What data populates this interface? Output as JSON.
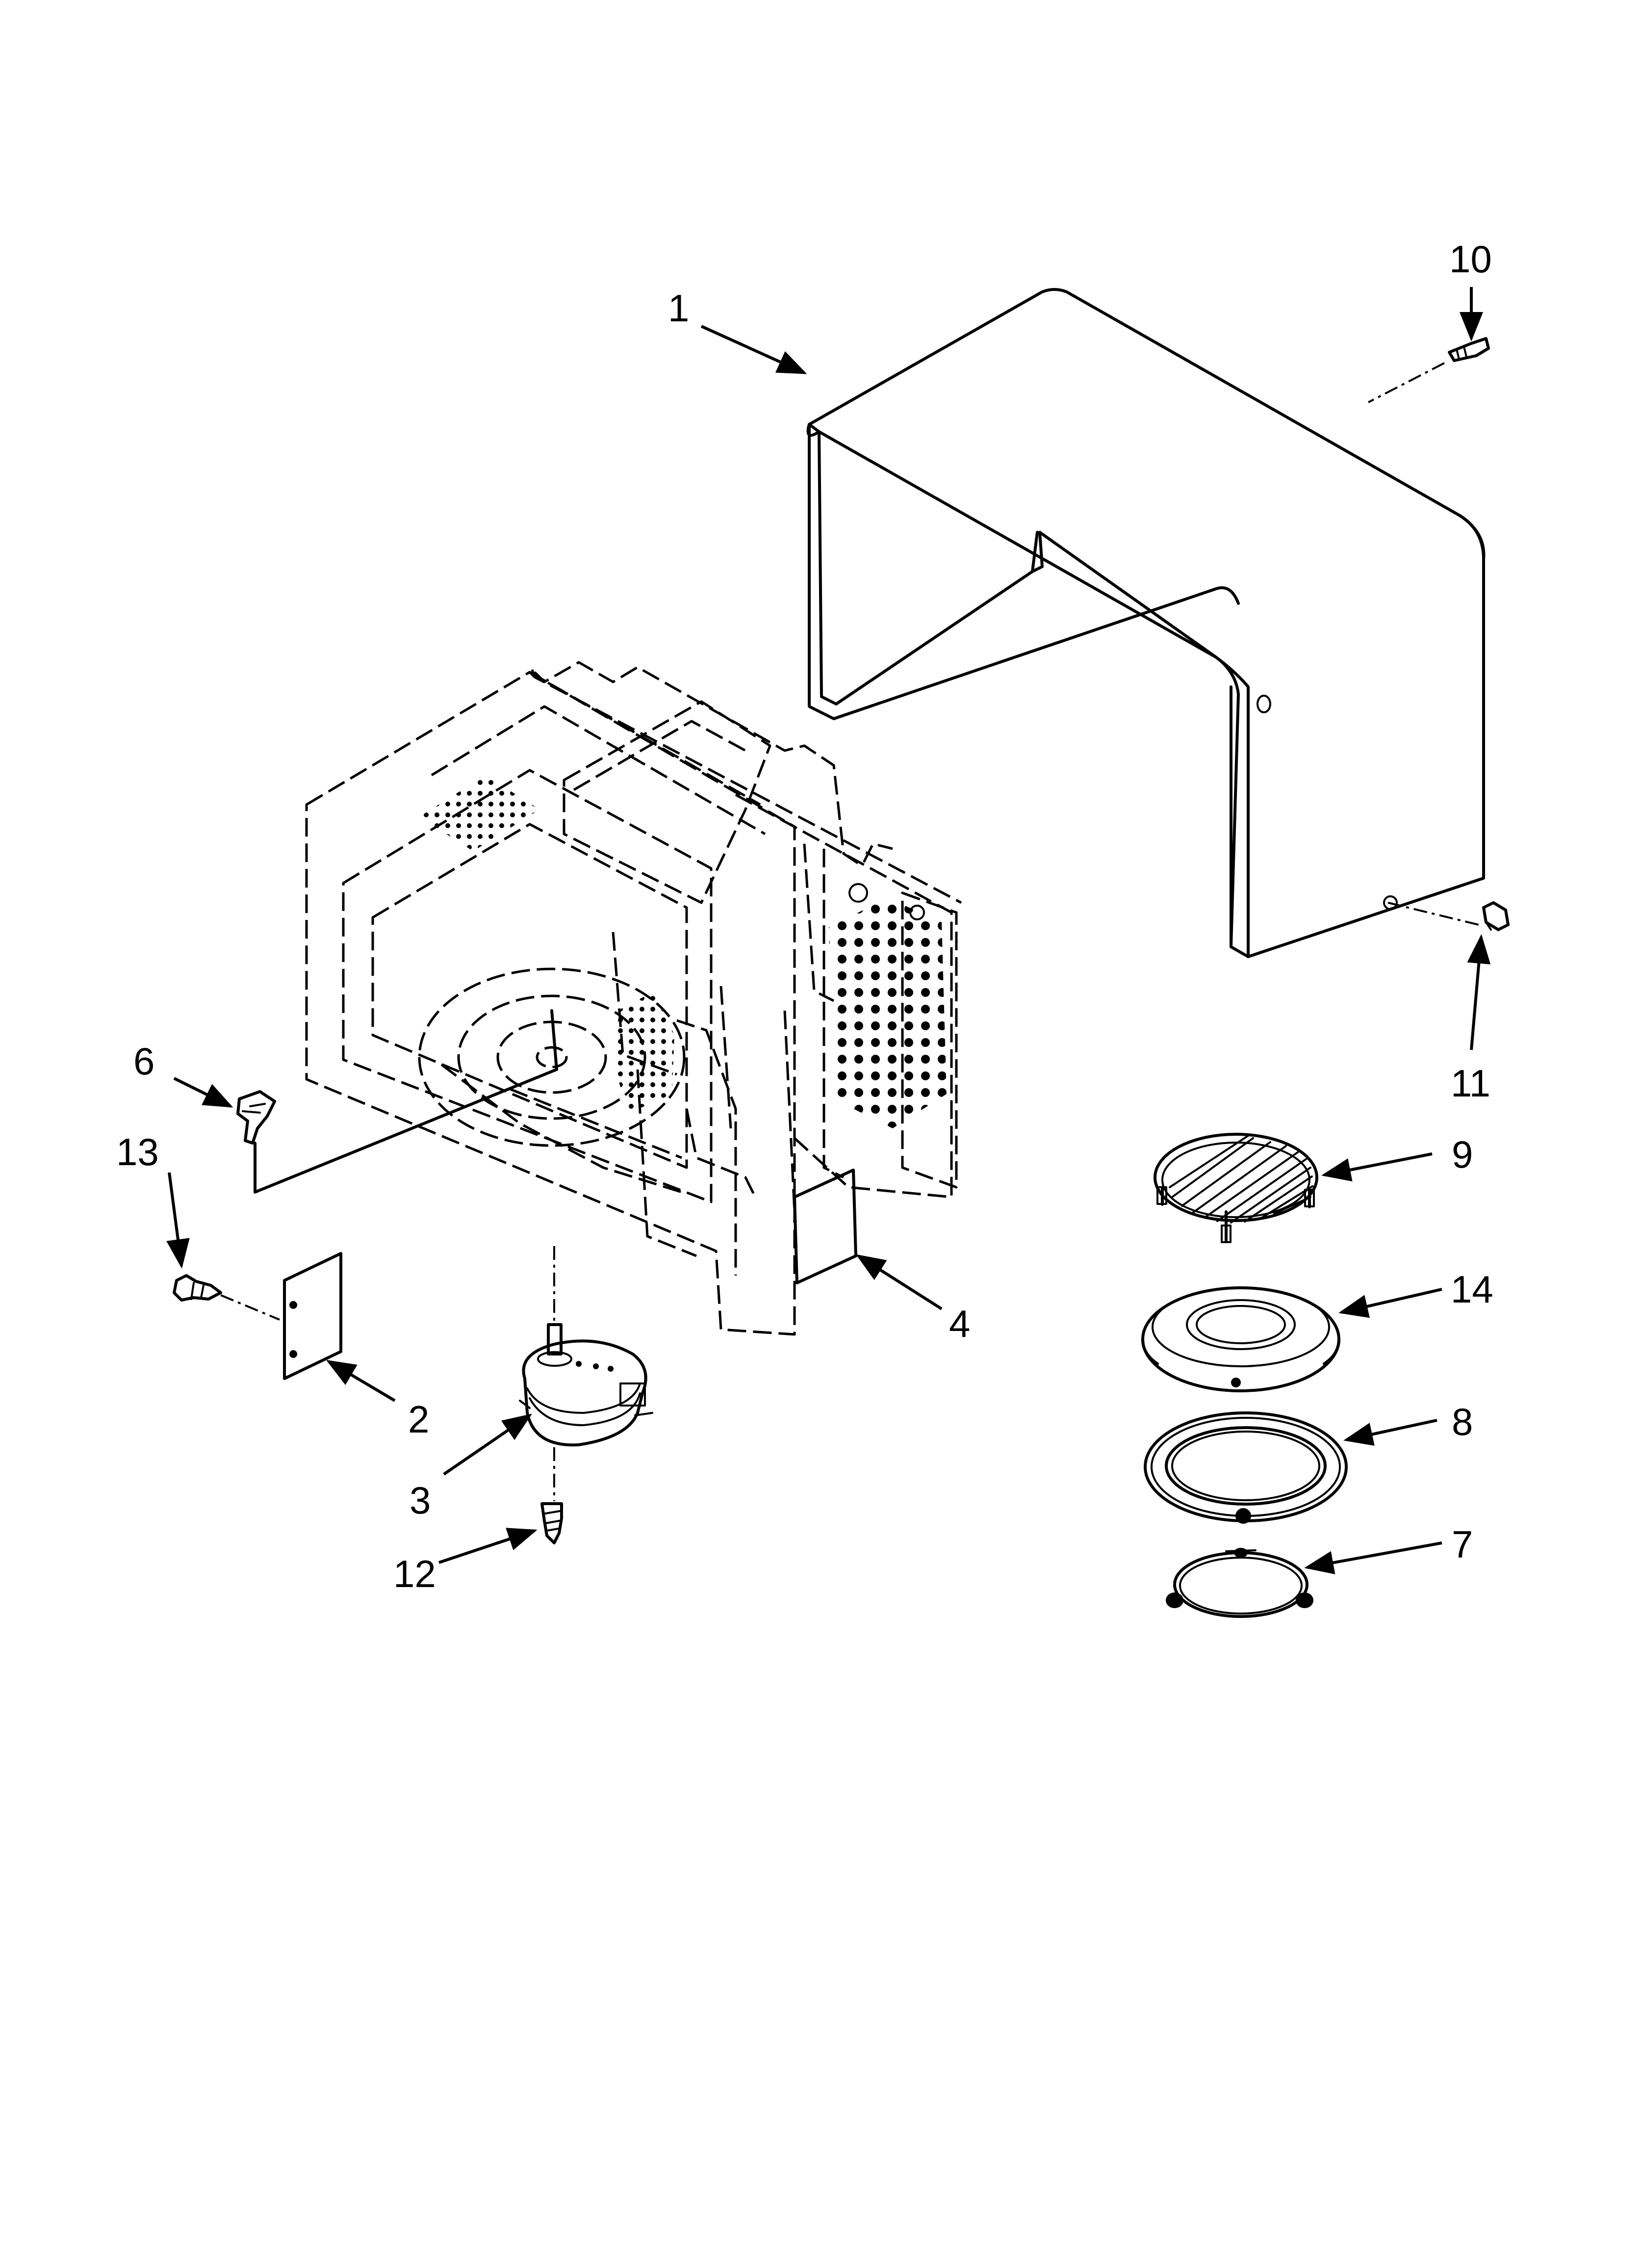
{
  "diagram": {
    "callouts": [
      {
        "id": "1",
        "label": "1"
      },
      {
        "id": "2",
        "label": "2"
      },
      {
        "id": "3",
        "label": "3"
      },
      {
        "id": "4",
        "label": "4"
      },
      {
        "id": "6",
        "label": "6"
      },
      {
        "id": "7",
        "label": "7"
      },
      {
        "id": "8",
        "label": "8"
      },
      {
        "id": "9",
        "label": "9"
      },
      {
        "id": "10",
        "label": "10"
      },
      {
        "id": "11",
        "label": "11"
      },
      {
        "id": "12",
        "label": "12"
      },
      {
        "id": "13",
        "label": "13"
      },
      {
        "id": "14",
        "label": "14"
      }
    ]
  }
}
